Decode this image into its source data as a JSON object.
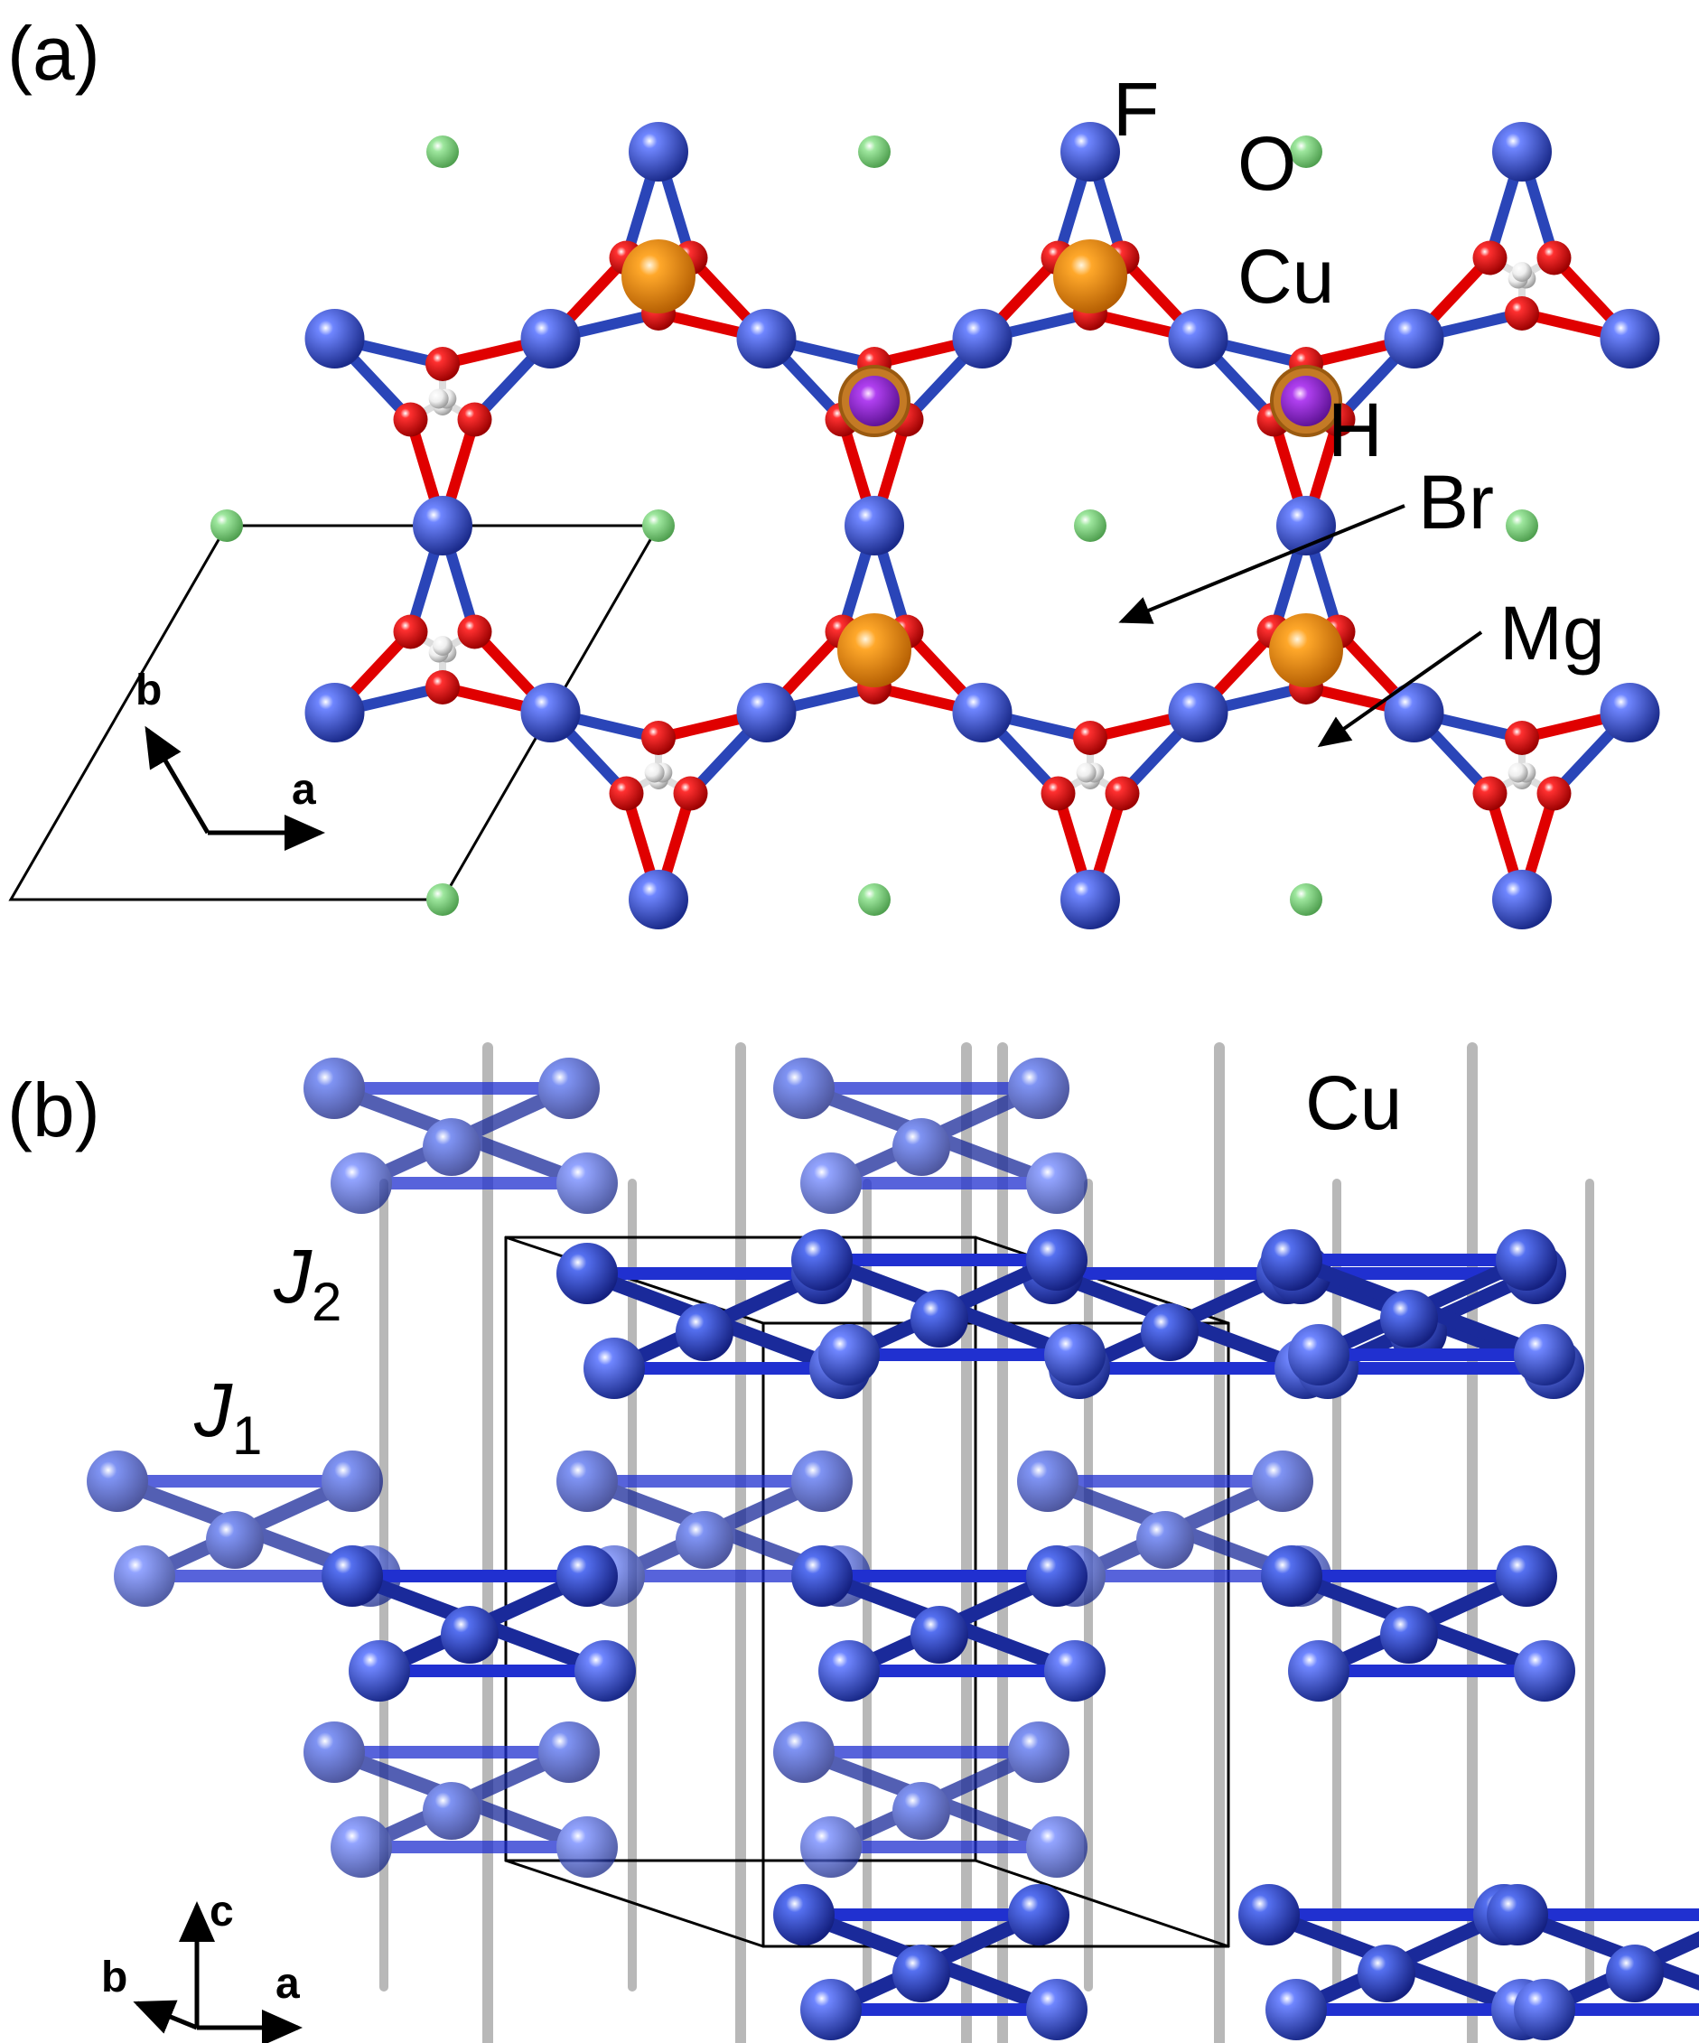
{
  "panel_a": {
    "label": "(a)",
    "atoms": {
      "F": "F",
      "O": "O",
      "Cu": "Cu",
      "H": "H",
      "Br": "Br",
      "Mg": "Mg"
    },
    "axes": {
      "b": "b",
      "a": "a"
    }
  },
  "panel_b": {
    "label": "(b)",
    "atom": "Cu",
    "j1": {
      "letter": "J",
      "sub": "1"
    },
    "j2": {
      "letter": "J",
      "sub": "2"
    },
    "axes": {
      "c": "c",
      "b": "b",
      "a": "a"
    }
  },
  "colors": {
    "cu": "#2a45b8",
    "oxygen": "#e00000",
    "hydrogen": "#e6e6e6",
    "fluorine": "#8fd98f",
    "bromine": "#9a2ed6",
    "magnesium": "#f09020",
    "bond_j": "#2030d0",
    "interlayer": "#b8b8b8"
  }
}
